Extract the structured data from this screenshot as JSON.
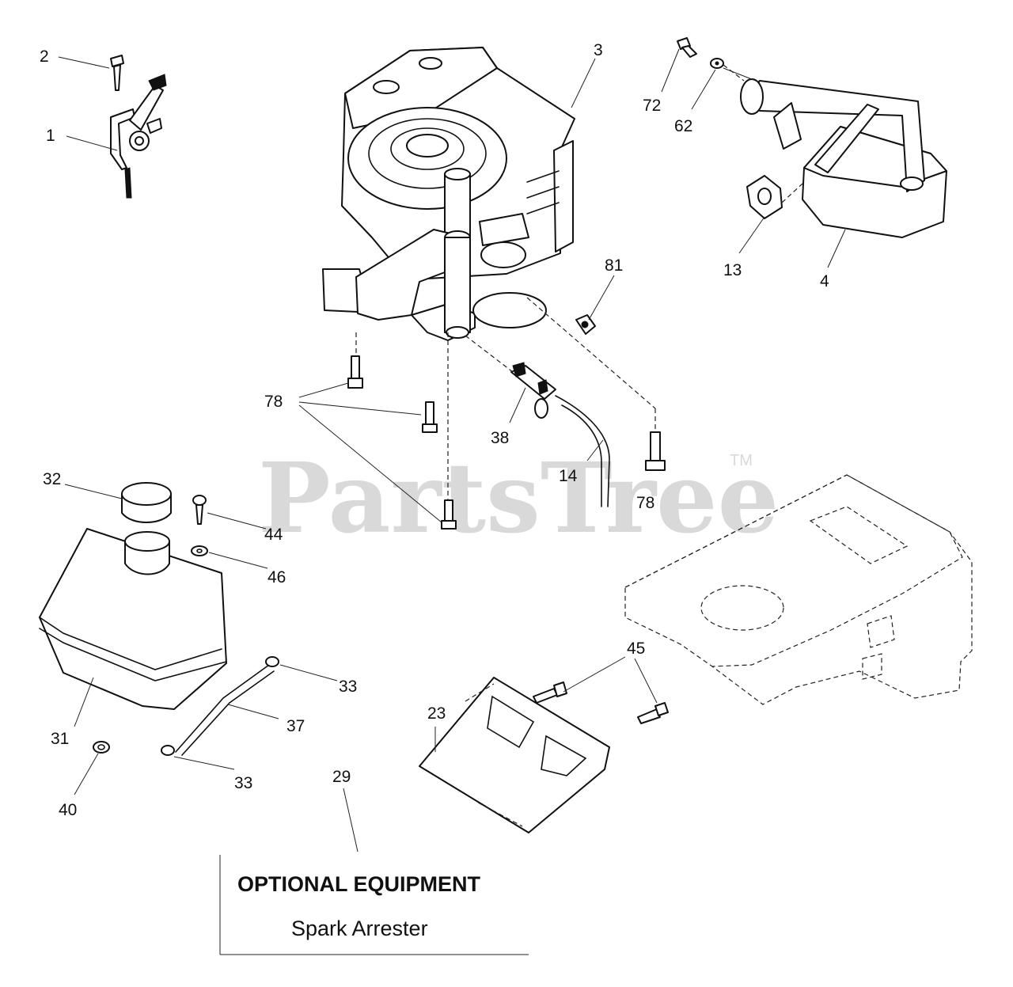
{
  "watermark": {
    "text": "PartsTree",
    "trademark": "TM"
  },
  "callouts": {
    "c1": "1",
    "c2": "2",
    "c3": "3",
    "c4": "4",
    "c72": "72",
    "c62": "62",
    "c13": "13",
    "c81": "81",
    "c78a": "78",
    "c78b": "78",
    "c38": "38",
    "c14": "14",
    "c32": "32",
    "c44": "44",
    "c46": "46",
    "c33a": "33",
    "c33b": "33",
    "c37": "37",
    "c31": "31",
    "c40": "40",
    "c45": "45",
    "c23": "23",
    "c29": "29"
  },
  "optional_equipment": {
    "title": "OPTIONAL EQUIPMENT",
    "item": "Spark Arrester"
  }
}
